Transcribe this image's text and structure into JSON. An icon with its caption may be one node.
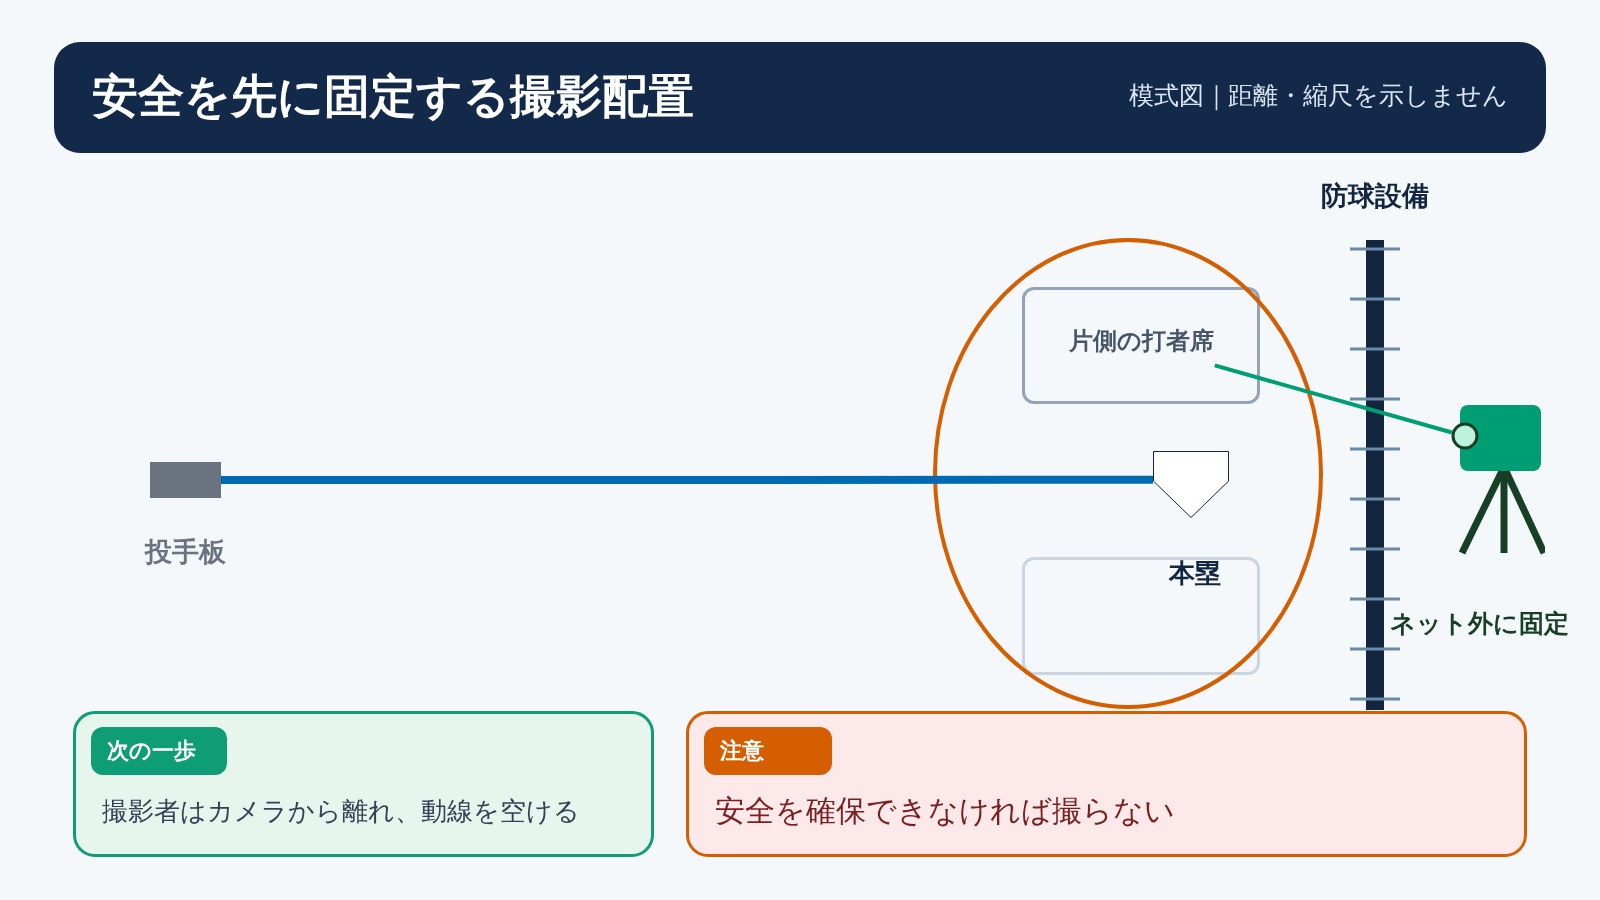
{
  "diagram": {
    "title": "安全を先に固定する撮影配置",
    "nodes": [
      {
        "text": [],
        "shape": "circle"
      },
      {
        "text": [
          "片側の打者席"
        ],
        "in": 0
      },
      {
        "text": [],
        "shape": "pentagon",
        "in": 0
      },
      {
        "text": [],
        "shape": "box",
        "in": 0
      },
      {
        "text": [],
        "shape": "bar",
        "beside": [
          "投手板"
        ]
      },
      {
        "text": [],
        "shape": "bar",
        "beside": [
          "防球設備"
        ]
      },
      {
        "text": [],
        "shape": "picture"
      },
      {
        "text": [
          "次の一歩",
          "撮影者はカメラから離れ、動線を空ける"
        ]
      },
      {
        "text": [
          "注意",
          "安全を確保できなければ撮らない"
        ]
      }
    ],
    "edges": [
      {
        "from": 4,
        "to": 2,
        "arrow": "none",
        "style": "thick",
        "color": "#0069b4"
      },
      {
        "from": 1,
        "to": 6,
        "arrow": "none",
        "color": "#009e73"
      }
    ],
    "labels": [
      "模式図｜距離・縮尺を示しません",
      "本塁",
      "ネット外に固定"
    ]
  }
}
